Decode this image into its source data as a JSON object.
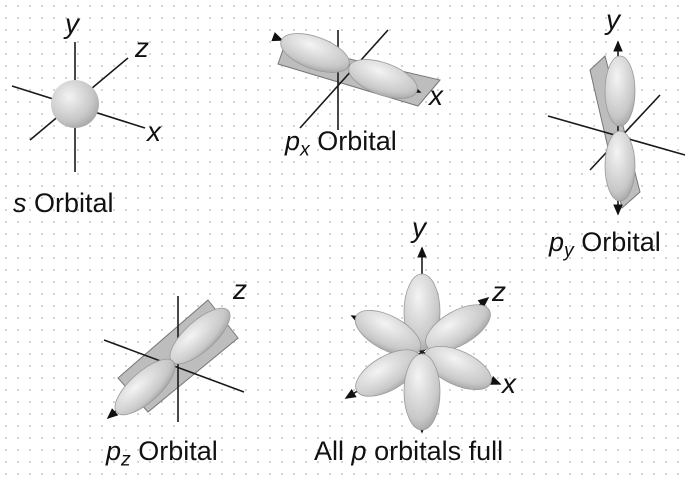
{
  "axes": {
    "x": "x",
    "y": "y",
    "z": "z"
  },
  "captions": {
    "s": {
      "symbol": "s",
      "text": "Orbital"
    },
    "px": {
      "symbol": "p",
      "subscript": "x",
      "text": "Orbital"
    },
    "py": {
      "symbol": "p",
      "subscript": "y",
      "text": "Orbital"
    },
    "pz": {
      "symbol": "p",
      "subscript": "z",
      "text": "Orbital"
    },
    "all": {
      "prefix": "All",
      "symbol": "p",
      "text": "orbitals full"
    }
  },
  "colors": {
    "lobe_light": "#f0f0f0",
    "lobe_dark": "#a8a8a8",
    "plane": "#bdbdbd",
    "axis": "#1a1a1a"
  }
}
